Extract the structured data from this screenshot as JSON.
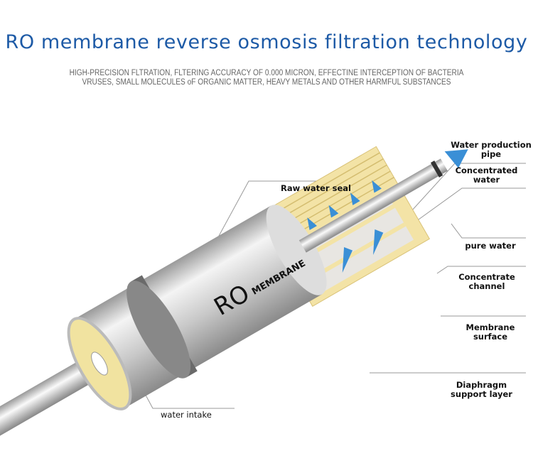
{
  "header": {
    "title": "RO membrane reverse osmosis filtration technology",
    "subtitle_line1": "HIGH-PRECISION FLTRATION, FLTERING ACCURACY OF 0.000 MICRON, EFFECTINE INTERCEPTION OF BACTERIA",
    "subtitle_line2": "VRUSES, SMALL MOLECULES oF ORGANIC MATTER, HEAVY METALS AND OTHER HARMFUL SUBSTANCES"
  },
  "product": {
    "brand_big": "RO",
    "brand_small": "MEMBRANE"
  },
  "labels": {
    "raw_water_seal": "Raw water seal",
    "water_production_pipe": "Water production pipe",
    "concentrated_water": "Concentrated water",
    "pure_water": "pure water",
    "concentrate_channel": "Concentrate channel",
    "membrane_surface": "Membrane surface",
    "diaphragm_support_layer": "Diaphragm support layer",
    "water_intake": "water intake"
  },
  "colors": {
    "title": "#1d5aa6",
    "membrane": "#f3e3a6",
    "arrow": "#3a8fd6"
  }
}
